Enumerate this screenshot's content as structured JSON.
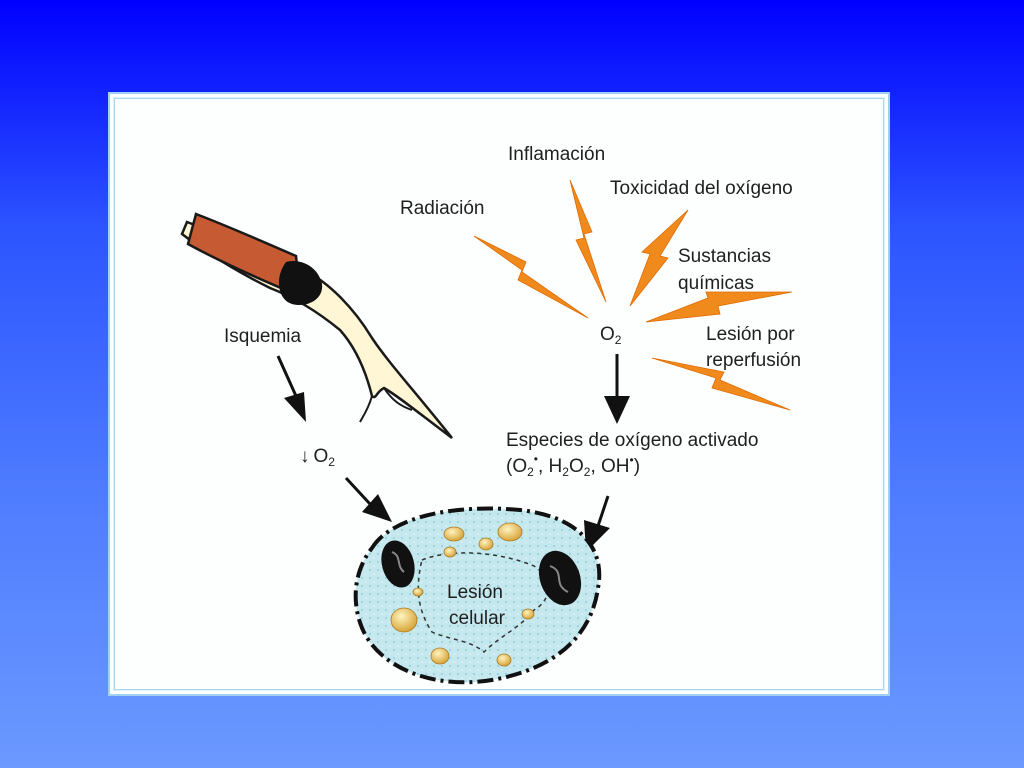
{
  "diagram": {
    "causes": {
      "inflammation": "Inflamación",
      "radiation": "Radiación",
      "oxygen_toxicity": "Toxicidad del oxígeno",
      "chemicals_line1": "Sustancias",
      "chemicals_line2": "químicas",
      "reperfusion_line1": "Lesión por",
      "reperfusion_line2": "reperfusión"
    },
    "ischemia": "Isquemia",
    "reduced_o2": {
      "arrow": "↓",
      "symbol": "O",
      "subscript": "2"
    },
    "o2_center": {
      "symbol": "O",
      "subscript": "2"
    },
    "reactive_species_title": "Especies de oxígeno activado",
    "reactive_species": {
      "open_paren": "(O",
      "sub1": "2",
      "radical1": "•",
      "sep1": ", H",
      "sub2": "2",
      "o": "O",
      "sub3": "2",
      "sep2": ", OH",
      "radical2": "•",
      "close_paren": ")"
    },
    "cell_injury_line1": "Lesión",
    "cell_injury_line2": "celular"
  },
  "colors": {
    "background_top": "#0000ff",
    "background_bottom": "#6b99ff",
    "lightning": "#f08a1c",
    "vessel_blood": "#c65a32",
    "cell_fill": "#bfe6ec",
    "vacuoles": "#e9c35a"
  }
}
